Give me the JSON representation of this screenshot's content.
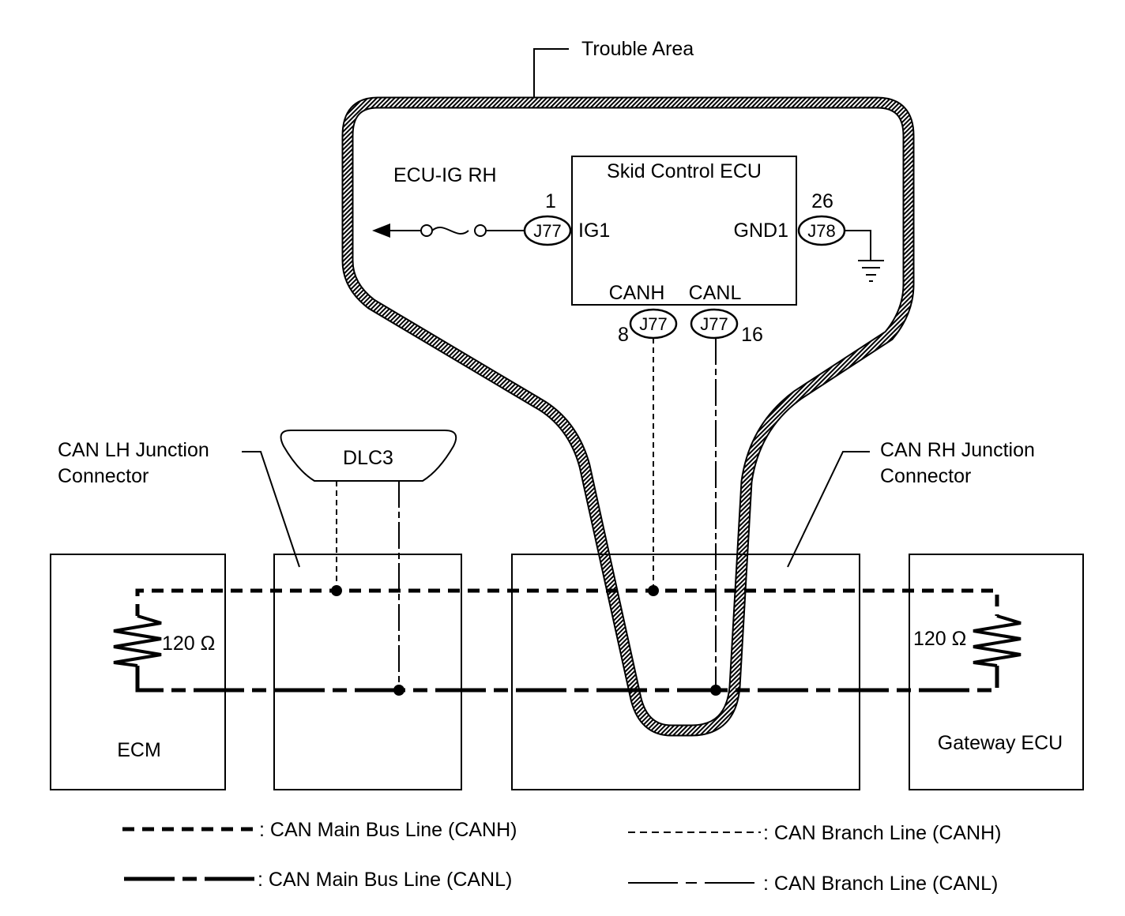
{
  "diagram": {
    "trouble_area_label": "Trouble Area",
    "skid_control_ecu": {
      "title": "Skid Control ECU",
      "pins": {
        "ig1": {
          "name": "IG1",
          "pin": "1",
          "connector": "J77"
        },
        "gnd1": {
          "name": "GND1",
          "pin": "26",
          "connector": "J78"
        },
        "canh": {
          "name": "CANH",
          "pin": "8",
          "connector": "J77"
        },
        "canl": {
          "name": "CANL",
          "pin": "16",
          "connector": "J77"
        }
      }
    },
    "fuse_label": "ECU-IG RH",
    "dlc3_label": "DLC3",
    "can_lh_junction": {
      "line1": "CAN LH Junction",
      "line2": "Connector"
    },
    "can_rh_junction": {
      "line1": "CAN RH Junction",
      "line2": "Connector"
    },
    "ecm": {
      "label": "ECM",
      "resistor": "120 Ω"
    },
    "gateway_ecu": {
      "label": "Gateway ECU",
      "resistor": "120 Ω"
    }
  },
  "legend": {
    "main_canh": ": CAN Main Bus Line (CANH)",
    "main_canl": ": CAN Main Bus Line (CANL)",
    "branch_canh": ": CAN Branch Line (CANH)",
    "branch_canl": ": CAN Branch Line (CANL)"
  }
}
